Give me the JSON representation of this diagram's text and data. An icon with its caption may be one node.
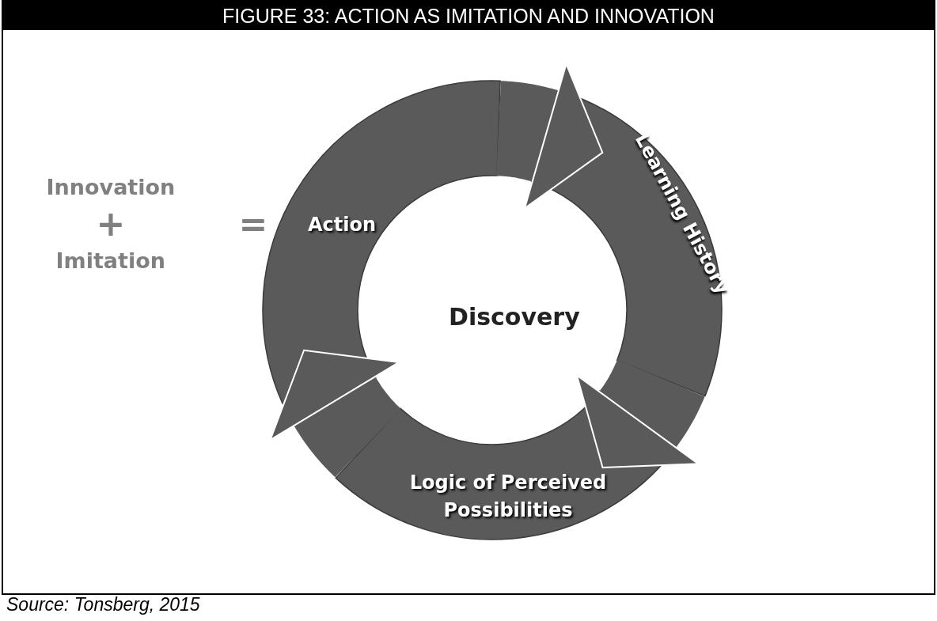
{
  "diagram": {
    "title": "FIGURE 33: ACTION AS IMITATION AND INNOVATION",
    "caption": "Source: Tonsberg, 2015",
    "nodes": [
      {
        "text": [
          "Action"
        ]
      },
      {
        "text": [
          "Learning History"
        ]
      },
      {
        "text": [
          "Logic of Perceived Possibilities"
        ]
      }
    ],
    "edges": [
      {
        "from": 0,
        "to": 1,
        "arrow": "to"
      },
      {
        "from": 1,
        "to": 2,
        "arrow": "to"
      },
      {
        "from": 2,
        "to": 0,
        "arrow": "to"
      }
    ],
    "labels": [
      "Innovation",
      "+",
      "Imitation",
      "=",
      "Discovery"
    ]
  }
}
